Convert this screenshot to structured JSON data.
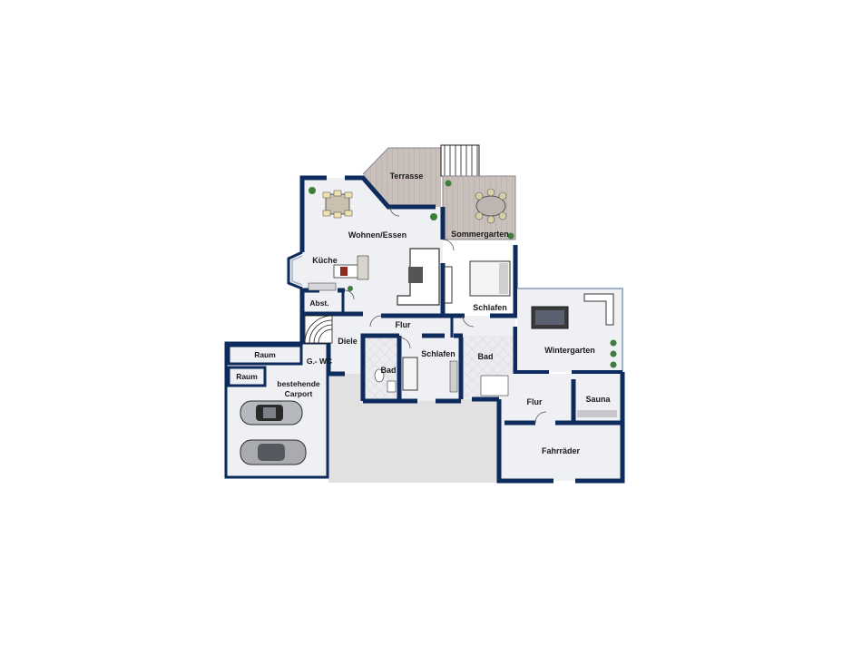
{
  "plan": {
    "rooms": {
      "terrasse": "Terrasse",
      "wohnen": "Wohnen/Essen",
      "sommergarten": "Sommergarten",
      "kueche": "Küche",
      "abst": "Abst.",
      "schlafen_1": "Schlafen",
      "flur_1": "Flur",
      "diele": "Diele",
      "g_wc": "G.- WC",
      "bad_1": "Bad",
      "schlafen_2": "Schlafen",
      "bad_2": "Bad",
      "wintergarten": "Wintergarten",
      "raum_1": "Raum",
      "raum_2": "Raum",
      "carport_1": "bestehende",
      "carport_2": "Carport",
      "flur_2": "Flur",
      "sauna": "Sauna",
      "fahrraeder": "Fahrräder"
    },
    "colors": {
      "wall": "#0d2b5c",
      "floor": "#eef0f4",
      "deck": "#c9c0bb",
      "grey_area": "#e0e0e0",
      "tile": "#e6e6ea"
    }
  }
}
